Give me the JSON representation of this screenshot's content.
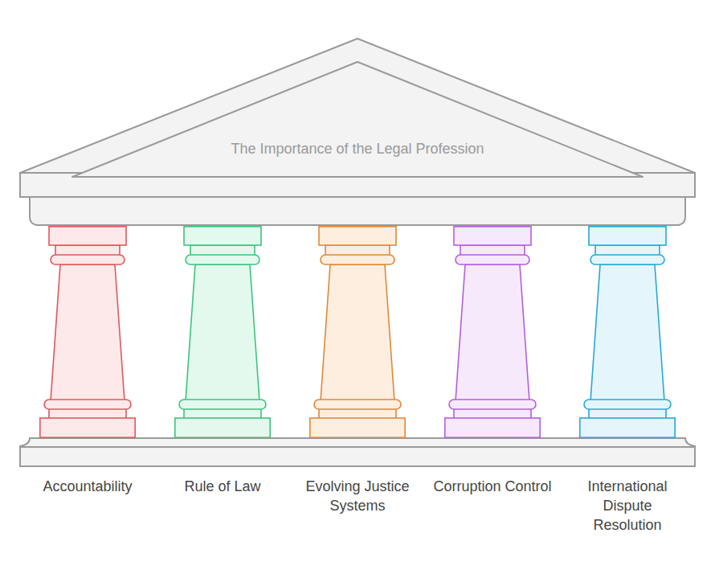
{
  "diagram": {
    "nodes": [
      {
        "text": [
          "The Importance of the Legal Profession"
        ]
      },
      {
        "text": [
          "Accountability"
        ]
      },
      {
        "text": [
          "Rule of Law"
        ]
      },
      {
        "text": [
          "Evolving Justice Systems"
        ]
      },
      {
        "text": [
          "Corruption Control"
        ]
      },
      {
        "text": [
          "International Dispute Resolution"
        ]
      }
    ]
  }
}
